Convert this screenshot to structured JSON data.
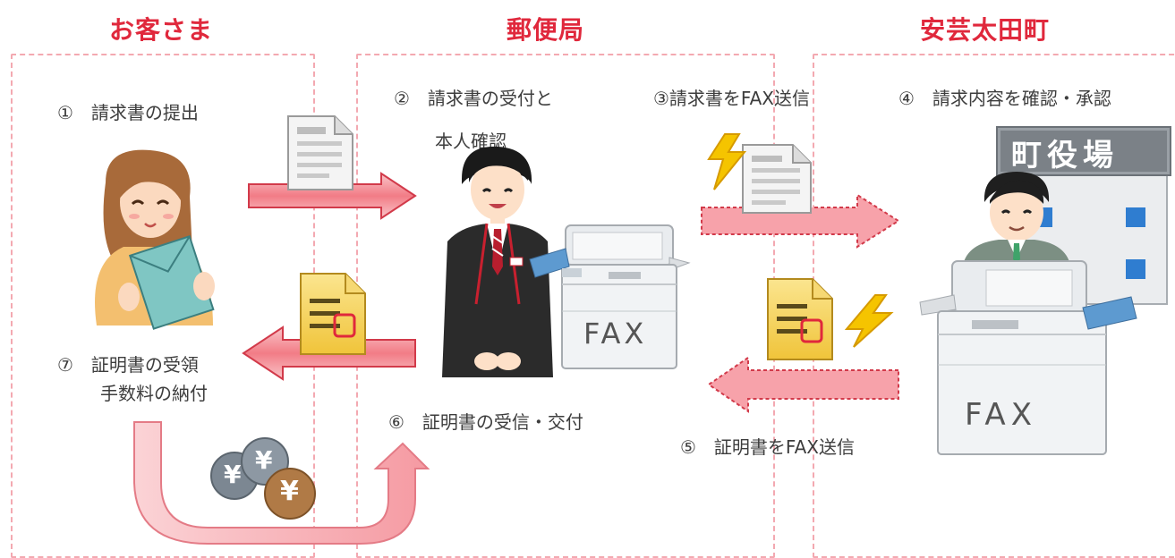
{
  "headers": {
    "customer": "お客さま",
    "post_office": "郵便局",
    "town": "安芸太田町"
  },
  "steps": {
    "s1": "①　請求書の提出",
    "s2_line1": "②　請求書の受付と",
    "s2_line2": "本人確認",
    "s3": "③請求書をFAX送信",
    "s4": "④　請求内容を確認・承認",
    "s5": "⑤　証明書をFAX送信",
    "s6": "⑥　証明書の受信・交付",
    "s7_line1": "⑦　証明書の受領",
    "s7_line2": "手数料の納付"
  },
  "labels": {
    "town_hall_sign": "町役場",
    "fax_post_office": "FAX",
    "fax_town": "FAX",
    "coin_symbol": "¥"
  },
  "colors": {
    "accent_red": "#e0283c",
    "zone_border": "#f3a9b1",
    "arrow_fill": "#f27c86",
    "arrow_light": "#f9c5c9",
    "bolt": "#f5c400",
    "doc_yellow": "#f7d455"
  }
}
